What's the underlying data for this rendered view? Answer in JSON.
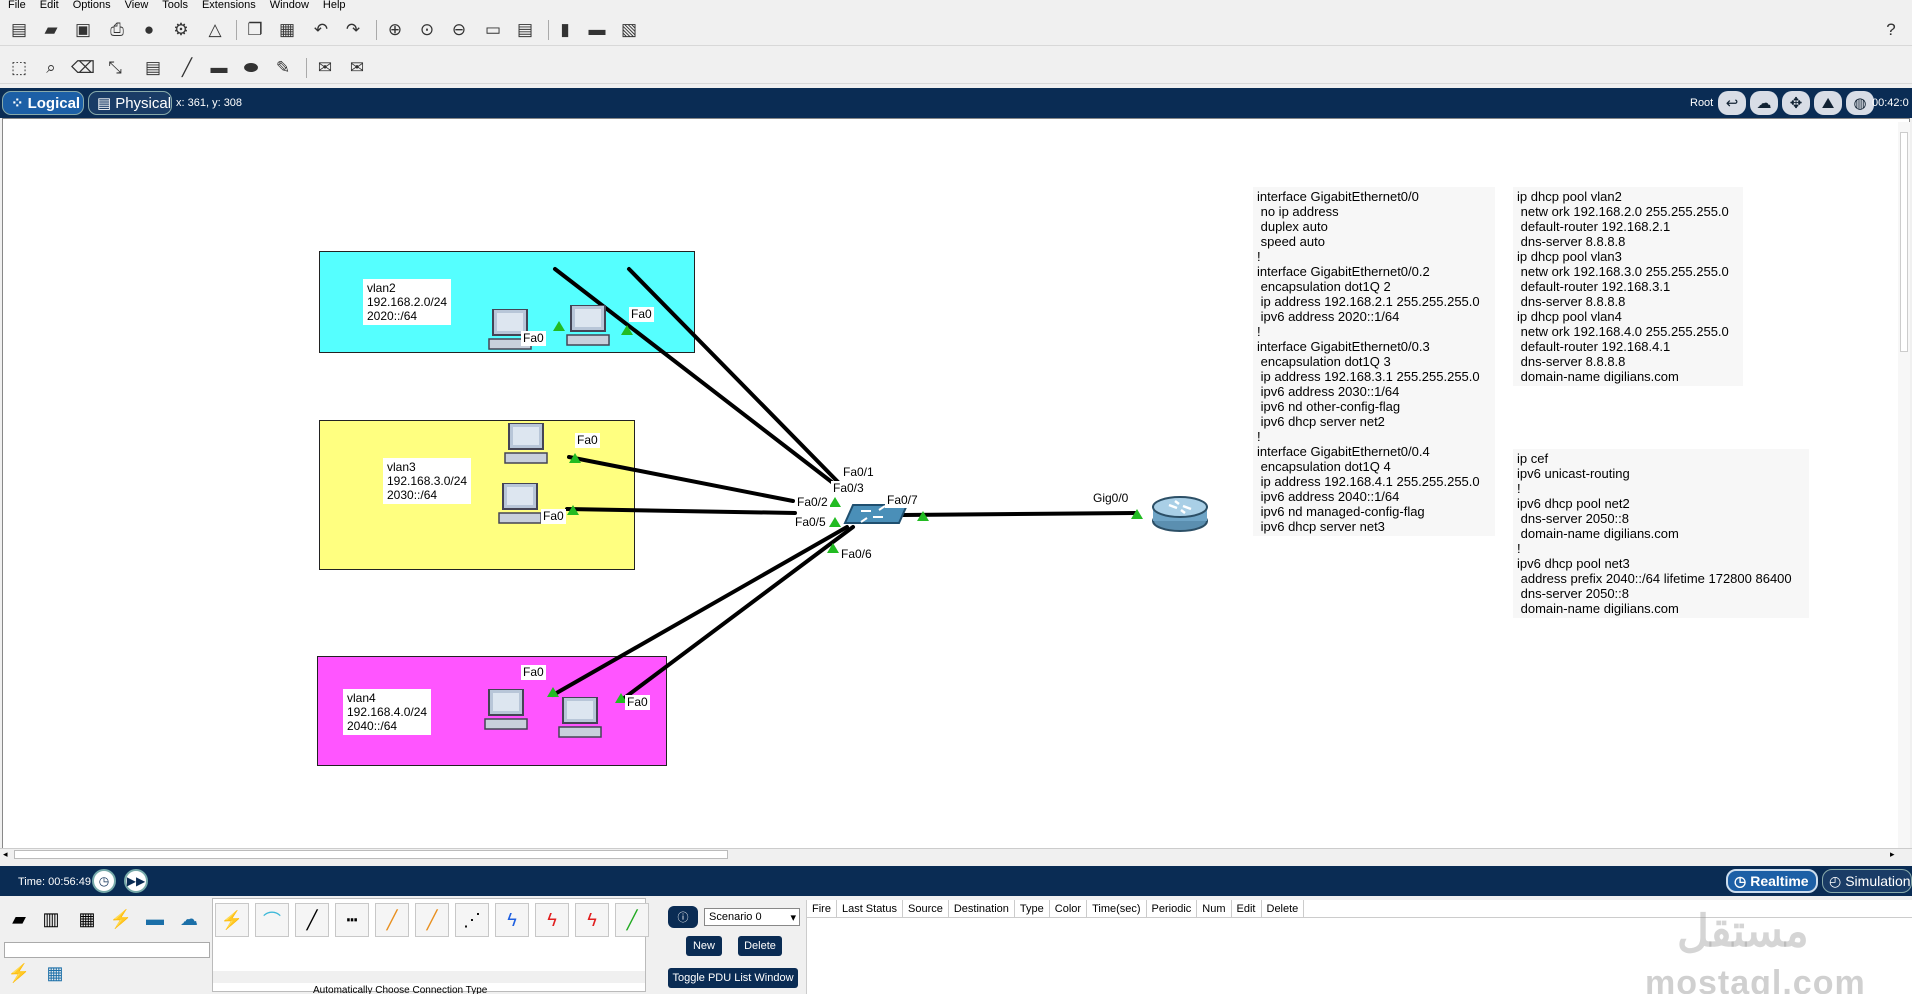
{
  "menu": [
    "File",
    "Edit",
    "Options",
    "View",
    "Tools",
    "Extensions",
    "Window",
    "Help"
  ],
  "toolbar": {
    "main_icons": [
      "new-file-icon",
      "open-folder-icon",
      "save-icon",
      "print-icon",
      "info-icon",
      "network-wizard-icon",
      "activity-wizard-icon",
      "copy-icon",
      "paste-icon",
      "undo-icon",
      "redo-icon",
      "zoom-in-icon",
      "zoom-reset-icon",
      "zoom-out-icon",
      "drawing-palette-icon",
      "custom-device-icon",
      "tool-a-icon",
      "tool-b-icon"
    ],
    "help_label": "?",
    "edit_icons": [
      "select-icon",
      "inspect-icon",
      "delete-icon",
      "resize-icon",
      "place-note-icon",
      "draw-line-icon",
      "draw-rectangle-icon",
      "draw-ellipse-icon",
      "freeform-icon",
      "add-simple-pdu-icon",
      "add-complex-pdu-icon"
    ]
  },
  "navbar": {
    "logical_label": "Logical",
    "physical_label": "Physical",
    "coords": "x: 361, y: 308",
    "root_label": "Root",
    "clock": "00:42:0"
  },
  "zones": {
    "vlan2": {
      "name": "vlan2",
      "subnet": "192.168.2.0/24",
      "ipv6": "2020::/64",
      "color": "#55ffff"
    },
    "vlan3": {
      "name": "vlan3",
      "subnet": "192.168.3.0/24",
      "ipv6": "2030::/64",
      "color": "#ffff80"
    },
    "vlan4": {
      "name": "vlan4",
      "subnet": "192.168.4.0/24",
      "ipv6": "2040::/64",
      "color": "#ff55ff"
    }
  },
  "ports": {
    "pc1": "Fa0",
    "pc2": "Fa0",
    "pc3": "Fa0",
    "pc4": "Fa0",
    "pc5": "Fa0",
    "pc6": "Fa0",
    "sw_fa01": "Fa0/1",
    "sw_fa03": "Fa0/3",
    "sw_fa02": "Fa0/2",
    "sw_fa05": "Fa0/5",
    "sw_fa06": "Fa0/6",
    "sw_fa07": "Fa0/7",
    "router_gig": "Gig0/0"
  },
  "router_config": [
    "interface GigabitEthernet0/0",
    " no ip address",
    " duplex auto",
    " speed auto",
    "!",
    "interface GigabitEthernet0/0.2",
    " encapsulation dot1Q 2",
    " ip address 192.168.2.1 255.255.255.0",
    " ipv6 address 2020::1/64",
    "!",
    "interface GigabitEthernet0/0.3",
    " encapsulation dot1Q 3",
    " ip address 192.168.3.1 255.255.255.0",
    " ipv6 address 2030::1/64",
    " ipv6 nd other-config-flag",
    " ipv6 dhcp server net2",
    "!",
    "interface GigabitEthernet0/0.4",
    " encapsulation dot1Q 4",
    " ip address 192.168.4.1 255.255.255.0",
    " ipv6 address 2040::1/64",
    " ipv6 nd managed-config-flag",
    " ipv6 dhcp server net3"
  ],
  "dhcp_config": [
    "ip dhcp pool vlan2",
    " netw ork 192.168.2.0 255.255.255.0",
    " default-router 192.168.2.1",
    " dns-server 8.8.8.8",
    "ip dhcp pool vlan3",
    " netw ork 192.168.3.0 255.255.255.0",
    " default-router 192.168.3.1",
    " dns-server 8.8.8.8",
    "ip dhcp pool vlan4",
    " netw ork 192.168.4.0 255.255.255.0",
    " default-router 192.168.4.1",
    " dns-server 8.8.8.8",
    " domain-name digilians.com"
  ],
  "ipv6_config": [
    "ip cef",
    "ipv6 unicast-routing",
    "!",
    "ipv6 dhcp pool net2",
    " dns-server 2050::8",
    " domain-name digilians.com",
    "!",
    "ipv6 dhcp pool net3",
    " address prefix 2040::/64 lifetime 172800 86400",
    " dns-server 2050::8",
    " domain-name digilians.com"
  ],
  "timebar": {
    "time": "Time: 00:56:49",
    "realtime_label": "Realtime",
    "simulation_label": "Simulation"
  },
  "bottom": {
    "scenario": "Scenario 0",
    "new_label": "New",
    "delete_label": "Delete",
    "toggle_label": "Toggle PDU List Window",
    "status_text": "Automatically Choose Connection Type",
    "pdu_columns": [
      "Fire",
      "Last Status",
      "Source",
      "Destination",
      "Type",
      "Color",
      "Time(sec)",
      "Periodic",
      "Num",
      "Edit",
      "Delete"
    ],
    "watermark": "mostaql.com",
    "watermark_ar": "مستقل"
  },
  "colors": {
    "nav_bg": "#0a2c54",
    "link": "#000000",
    "port_up": "#22bb22"
  }
}
